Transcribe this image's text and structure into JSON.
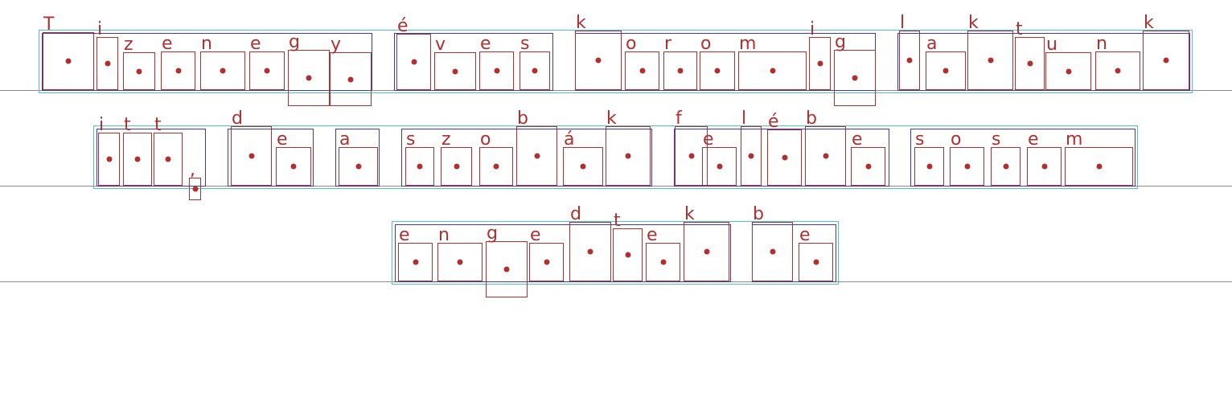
{
  "colors": {
    "char_box": "#b03030",
    "word_box": "#3b3bb0",
    "line_box": "#4fc3c3",
    "baseline": "#8a8a8a",
    "background": "#ffffff"
  },
  "lines": [
    {
      "words": [
        {
          "chars": [
            "T",
            "i",
            "z",
            "e",
            "n",
            "e",
            "g",
            "y"
          ]
        },
        {
          "chars": [
            "é",
            "v",
            "e",
            "s"
          ]
        },
        {
          "chars": [
            "k",
            "o",
            "r",
            "o",
            "m",
            "i",
            "g"
          ]
        },
        {
          "chars": [
            "l",
            "a",
            "k",
            "t",
            "u",
            "n",
            "k"
          ]
        }
      ]
    },
    {
      "words": [
        {
          "chars": [
            "i",
            "t",
            "t",
            ","
          ]
        },
        {
          "chars": [
            "d",
            "e"
          ]
        },
        {
          "chars": [
            "a"
          ]
        },
        {
          "chars": [
            "s",
            "z",
            "o",
            "b",
            "á",
            "k"
          ]
        },
        {
          "chars": [
            "f",
            "e",
            "l",
            "é",
            "b",
            "e"
          ]
        },
        {
          "chars": [
            "s",
            "o",
            "s",
            "e",
            "m"
          ]
        }
      ]
    },
    {
      "words": [
        {
          "chars": [
            "e",
            "n",
            "g",
            "e",
            "d",
            "t",
            "e",
            "k"
          ]
        },
        {
          "chars": [
            "b",
            "e"
          ]
        }
      ]
    }
  ]
}
